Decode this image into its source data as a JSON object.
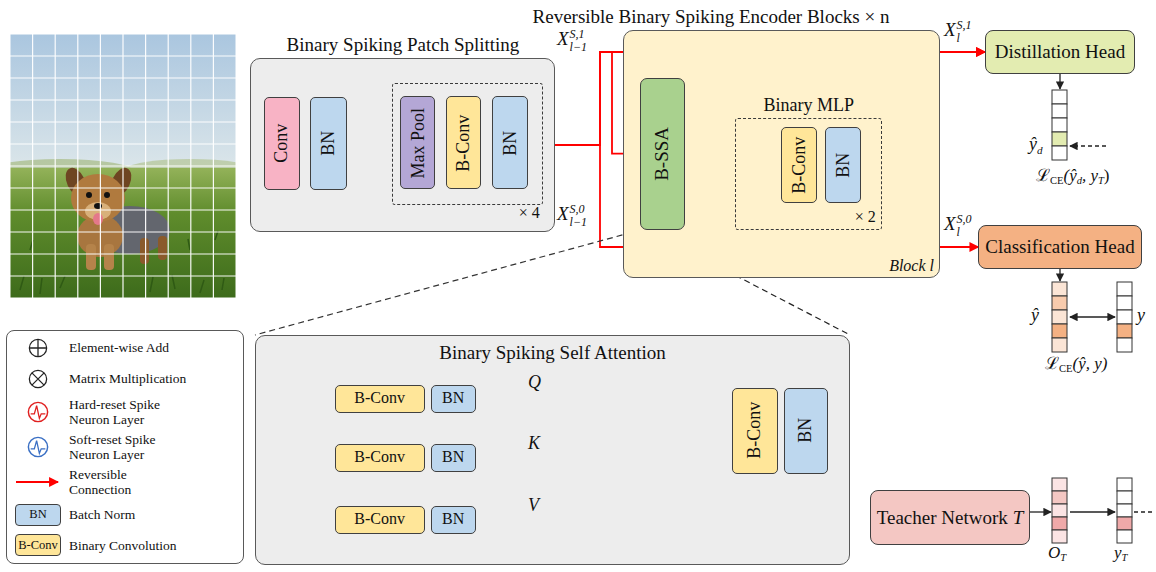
{
  "diagram": {
    "nodes": [
      {
        "text": [
          "Binary Spiking Patch Splitting"
        ]
      },
      {
        "text": [
          "Conv"
        ],
        "in": 0
      },
      {
        "text": [
          "BN"
        ],
        "in": 0
      },
      {
        "text": [
          "× 4"
        ],
        "in": 0
      },
      {
        "text": [
          "Max Pool"
        ],
        "in": 3
      },
      {
        "text": [
          "B-Conv"
        ],
        "in": 3
      },
      {
        "text": [
          "BN"
        ],
        "in": 3
      },
      {
        "text": [
          "Reversible Binary Spiking Encoder Blocks × n",
          "Block l"
        ]
      },
      {
        "text": [
          "B-SSA"
        ],
        "in": 7
      },
      {
        "text": [
          "Binary MLP",
          "× 2"
        ],
        "in": 7
      },
      {
        "text": [
          "B-Conv"
        ],
        "in": 9
      },
      {
        "text": [
          "BN"
        ],
        "in": 9
      },
      {
        "text": [
          "Distillation Head"
        ]
      },
      {
        "text": [
          "Classification Head"
        ]
      },
      {
        "text": [
          "Binary Spiking Self Attention"
        ]
      },
      {
        "text": [
          "B-Conv"
        ],
        "in": 14
      },
      {
        "text": [
          "BN"
        ],
        "in": 14
      },
      {
        "text": [
          "B-Conv"
        ],
        "in": 14
      },
      {
        "text": [
          "BN"
        ],
        "in": 14
      },
      {
        "text": [
          "B-Conv"
        ],
        "in": 14
      },
      {
        "text": [
          "BN"
        ],
        "in": 14
      },
      {
        "text": [
          "B-Conv"
        ],
        "in": 14
      },
      {
        "text": [
          "BN"
        ],
        "in": 14
      },
      {
        "text": [
          "Teacher Network",
          "T"
        ]
      }
    ],
    "edges": [
      {
        "from": 0,
        "to": 8,
        "arrow": "to"
      },
      {
        "from": 0,
        "to": 12,
        "arrow": "to"
      },
      {
        "from": 0,
        "to": 13,
        "arrow": "to"
      },
      {
        "from": 8,
        "to": 9,
        "arrow": "to"
      },
      {
        "from": 9,
        "to": 12,
        "arrow": "to"
      },
      {
        "from": 8,
        "to": 14,
        "arrow": "none"
      }
    ],
    "labels": [
      "X",
      "S,1",
      "l−1",
      "X",
      "S,0",
      "l−1",
      "X",
      "S,1",
      "l",
      "X",
      "S,0",
      "l",
      "ŷ",
      "d",
      "ℒ",
      "CE",
      "(ŷ",
      "d",
      ", y",
      "T",
      ")",
      "ŷ",
      "y",
      "ℒ",
      "CE",
      "(ŷ, y)",
      "O",
      "T",
      "y",
      "T",
      "Q",
      "K",
      "V",
      "BN",
      "B-Conv"
    ],
    "legend": [
      {
        "text": "Element-wise Add"
      },
      {
        "text": "Matrix Multiplication"
      },
      {
        "text": "Hard-reset Spike Neuron Layer"
      },
      {
        "text": "Soft-reset Spike Neuron Layer"
      },
      {
        "text": "Reversible Connection"
      },
      {
        "text": "Batch Norm",
        "color": "#BDD7EE"
      },
      {
        "text": "Binary Convolution",
        "color": "#FFE699"
      }
    ]
  }
}
